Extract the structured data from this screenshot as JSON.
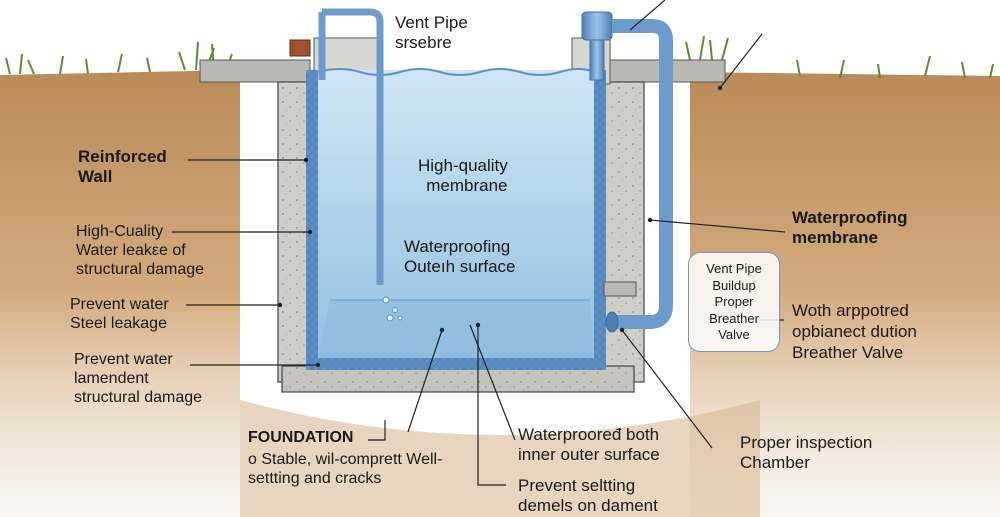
{
  "labels": {
    "vent_pipe_top": [
      "Vent Pipe",
      "srsebre"
    ],
    "reinforced_wall": [
      "Reinforced",
      "Wall"
    ],
    "high_quality_left": [
      "High-Cuality",
      "Water leakεe of",
      "structural damage"
    ],
    "prevent_water_steel": [
      "Prevent water",
      "Steel leakage"
    ],
    "prevent_water_lamendent": [
      "Prevent water",
      "lamendent",
      "structural damage"
    ],
    "foundation_title": "FOUNDATION",
    "foundation_sub": [
      "o Stable, wil-comprett Well-",
      "settting and cracks"
    ],
    "membrane_center": [
      "High-quality",
      "membrane"
    ],
    "waterproofing_center": [
      "Waterproofing",
      "Outeıh surface"
    ],
    "waterproofing_right": [
      "Waterproofing",
      "membrane"
    ],
    "callout_box": [
      "Vent Pipe",
      "Buildup",
      "Proper",
      "Breather",
      "Valve"
    ],
    "woth_right": [
      "Woth arppotred",
      "opbianect dution",
      "Breather Valve"
    ],
    "proper_inspection": [
      "Proper inspection",
      "Chamber"
    ],
    "waterproored_bottom": [
      "Waterprooređ both",
      "inner outer surface"
    ],
    "prevent_settling": [
      "Prevent seltting",
      "demels on dament"
    ]
  },
  "colors": {
    "soil": "#c79a6b",
    "concrete": "#cfcfc9",
    "water": "#a9cfe8",
    "membrane": "#5d8fc4",
    "pipe": "#6d9ccc",
    "grass": "#5a8f2e"
  }
}
